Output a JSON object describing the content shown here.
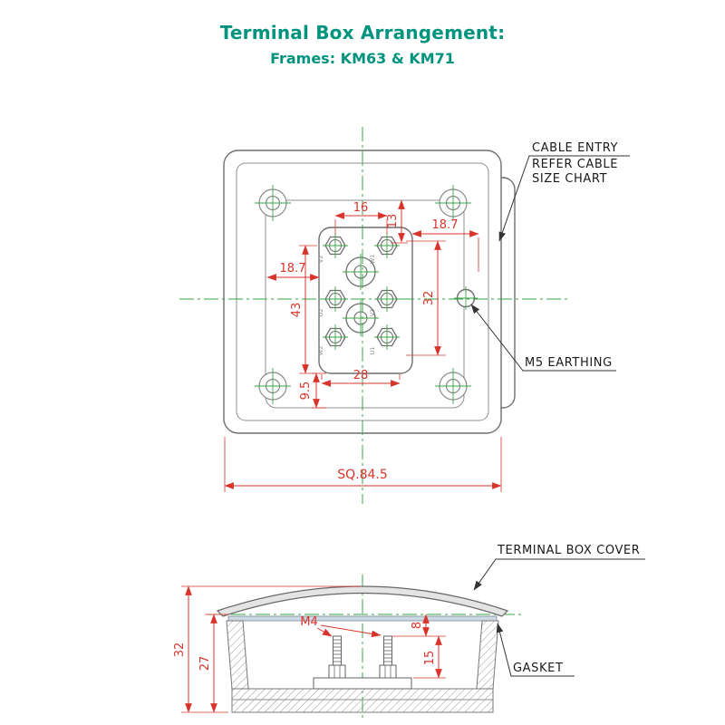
{
  "title": "Terminal Box Arrangement:",
  "subtitle": "Frames: KM63 & KM71",
  "colors": {
    "title_teal": "#00947e",
    "dimension_red": "#d9342b",
    "centerline_green": "#3aa345",
    "drawing_gray": "#6e6e6e",
    "label_black": "#1a1a1a"
  },
  "top_view": {
    "dims": {
      "stud_pitch": "16",
      "top_offset": "13",
      "right_offset": "18.7",
      "left_offset": "18.7",
      "inner_span": "32",
      "outer_span": "43",
      "bottom_span": "28",
      "bottom_offset": "9.5",
      "overall": "SQ.84.5"
    },
    "terminals": [
      "V2",
      "W1",
      "U2",
      "V1",
      "W2",
      "U1"
    ],
    "callout_cable_entry": [
      "CABLE ENTRY",
      "REFER CABLE",
      "SIZE CHART"
    ],
    "callout_earthing": "M5 EARTHING"
  },
  "section_view": {
    "dims": {
      "overall_height": "32",
      "box_height": "27",
      "stud_thread": "M4",
      "tip_clearance": "8",
      "stud_length": "15"
    },
    "callout_cover": "TERMINAL BOX COVER",
    "callout_gasket": "GASKET"
  }
}
